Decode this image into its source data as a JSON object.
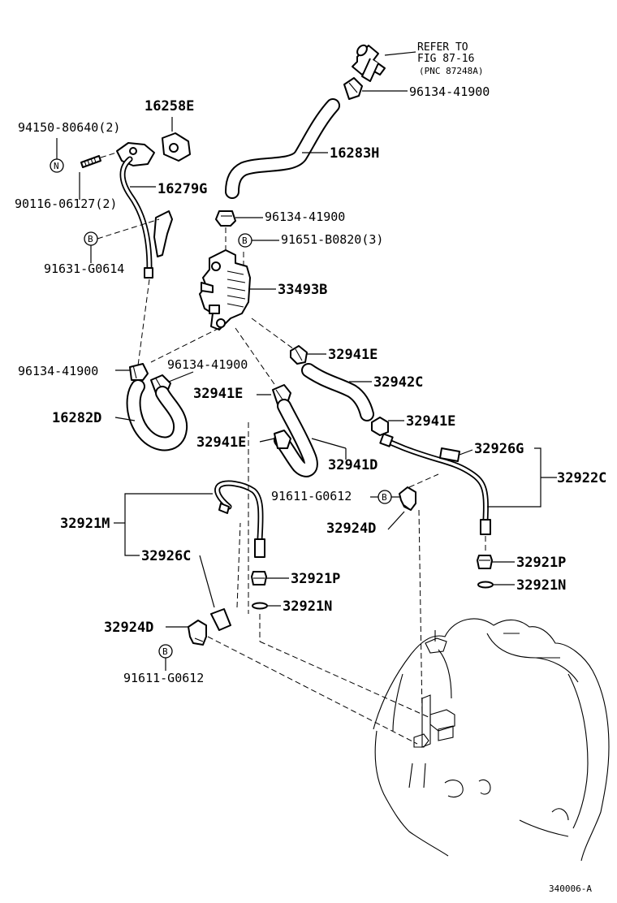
{
  "refer": {
    "line1": "REFER TO",
    "line2": "FIG 87-16",
    "line3": "(PNC 87248A)"
  },
  "symbols": {
    "n": "N",
    "b": "B"
  },
  "labels": {
    "p96134_top": "96134-41900",
    "p16258E": "16258E",
    "p94150": "94150-80640(2)",
    "p16283H": "16283H",
    "p16279G": "16279G",
    "p90116": "90116-06127(2)",
    "p96134_mid": "96134-41900",
    "p91651": "91651-B0820(3)",
    "p91631": "91631-G0614",
    "p33493B": "33493B",
    "p32941E_a": "32941E",
    "p96134_left": "96134-41900",
    "p96134_center": "96134-41900",
    "p32942C": "32942C",
    "p32941E_b": "32941E",
    "p32941E_c": "32941E",
    "p16282D": "16282D",
    "p32941E_d": "32941E",
    "p32941D": "32941D",
    "p32926G": "32926G",
    "p32922C": "32922C",
    "p91611_right": "91611-G0612",
    "p32921M": "32921M",
    "p32924D_right": "32924D",
    "p32926C": "32926C",
    "p32921P_center": "32921P",
    "p32921P_right": "32921P",
    "p32921N_center": "32921N",
    "p32921N_right": "32921N",
    "p32924D_left": "32924D",
    "p91611_left": "91611-G0612",
    "figure_id": "340006-A"
  }
}
